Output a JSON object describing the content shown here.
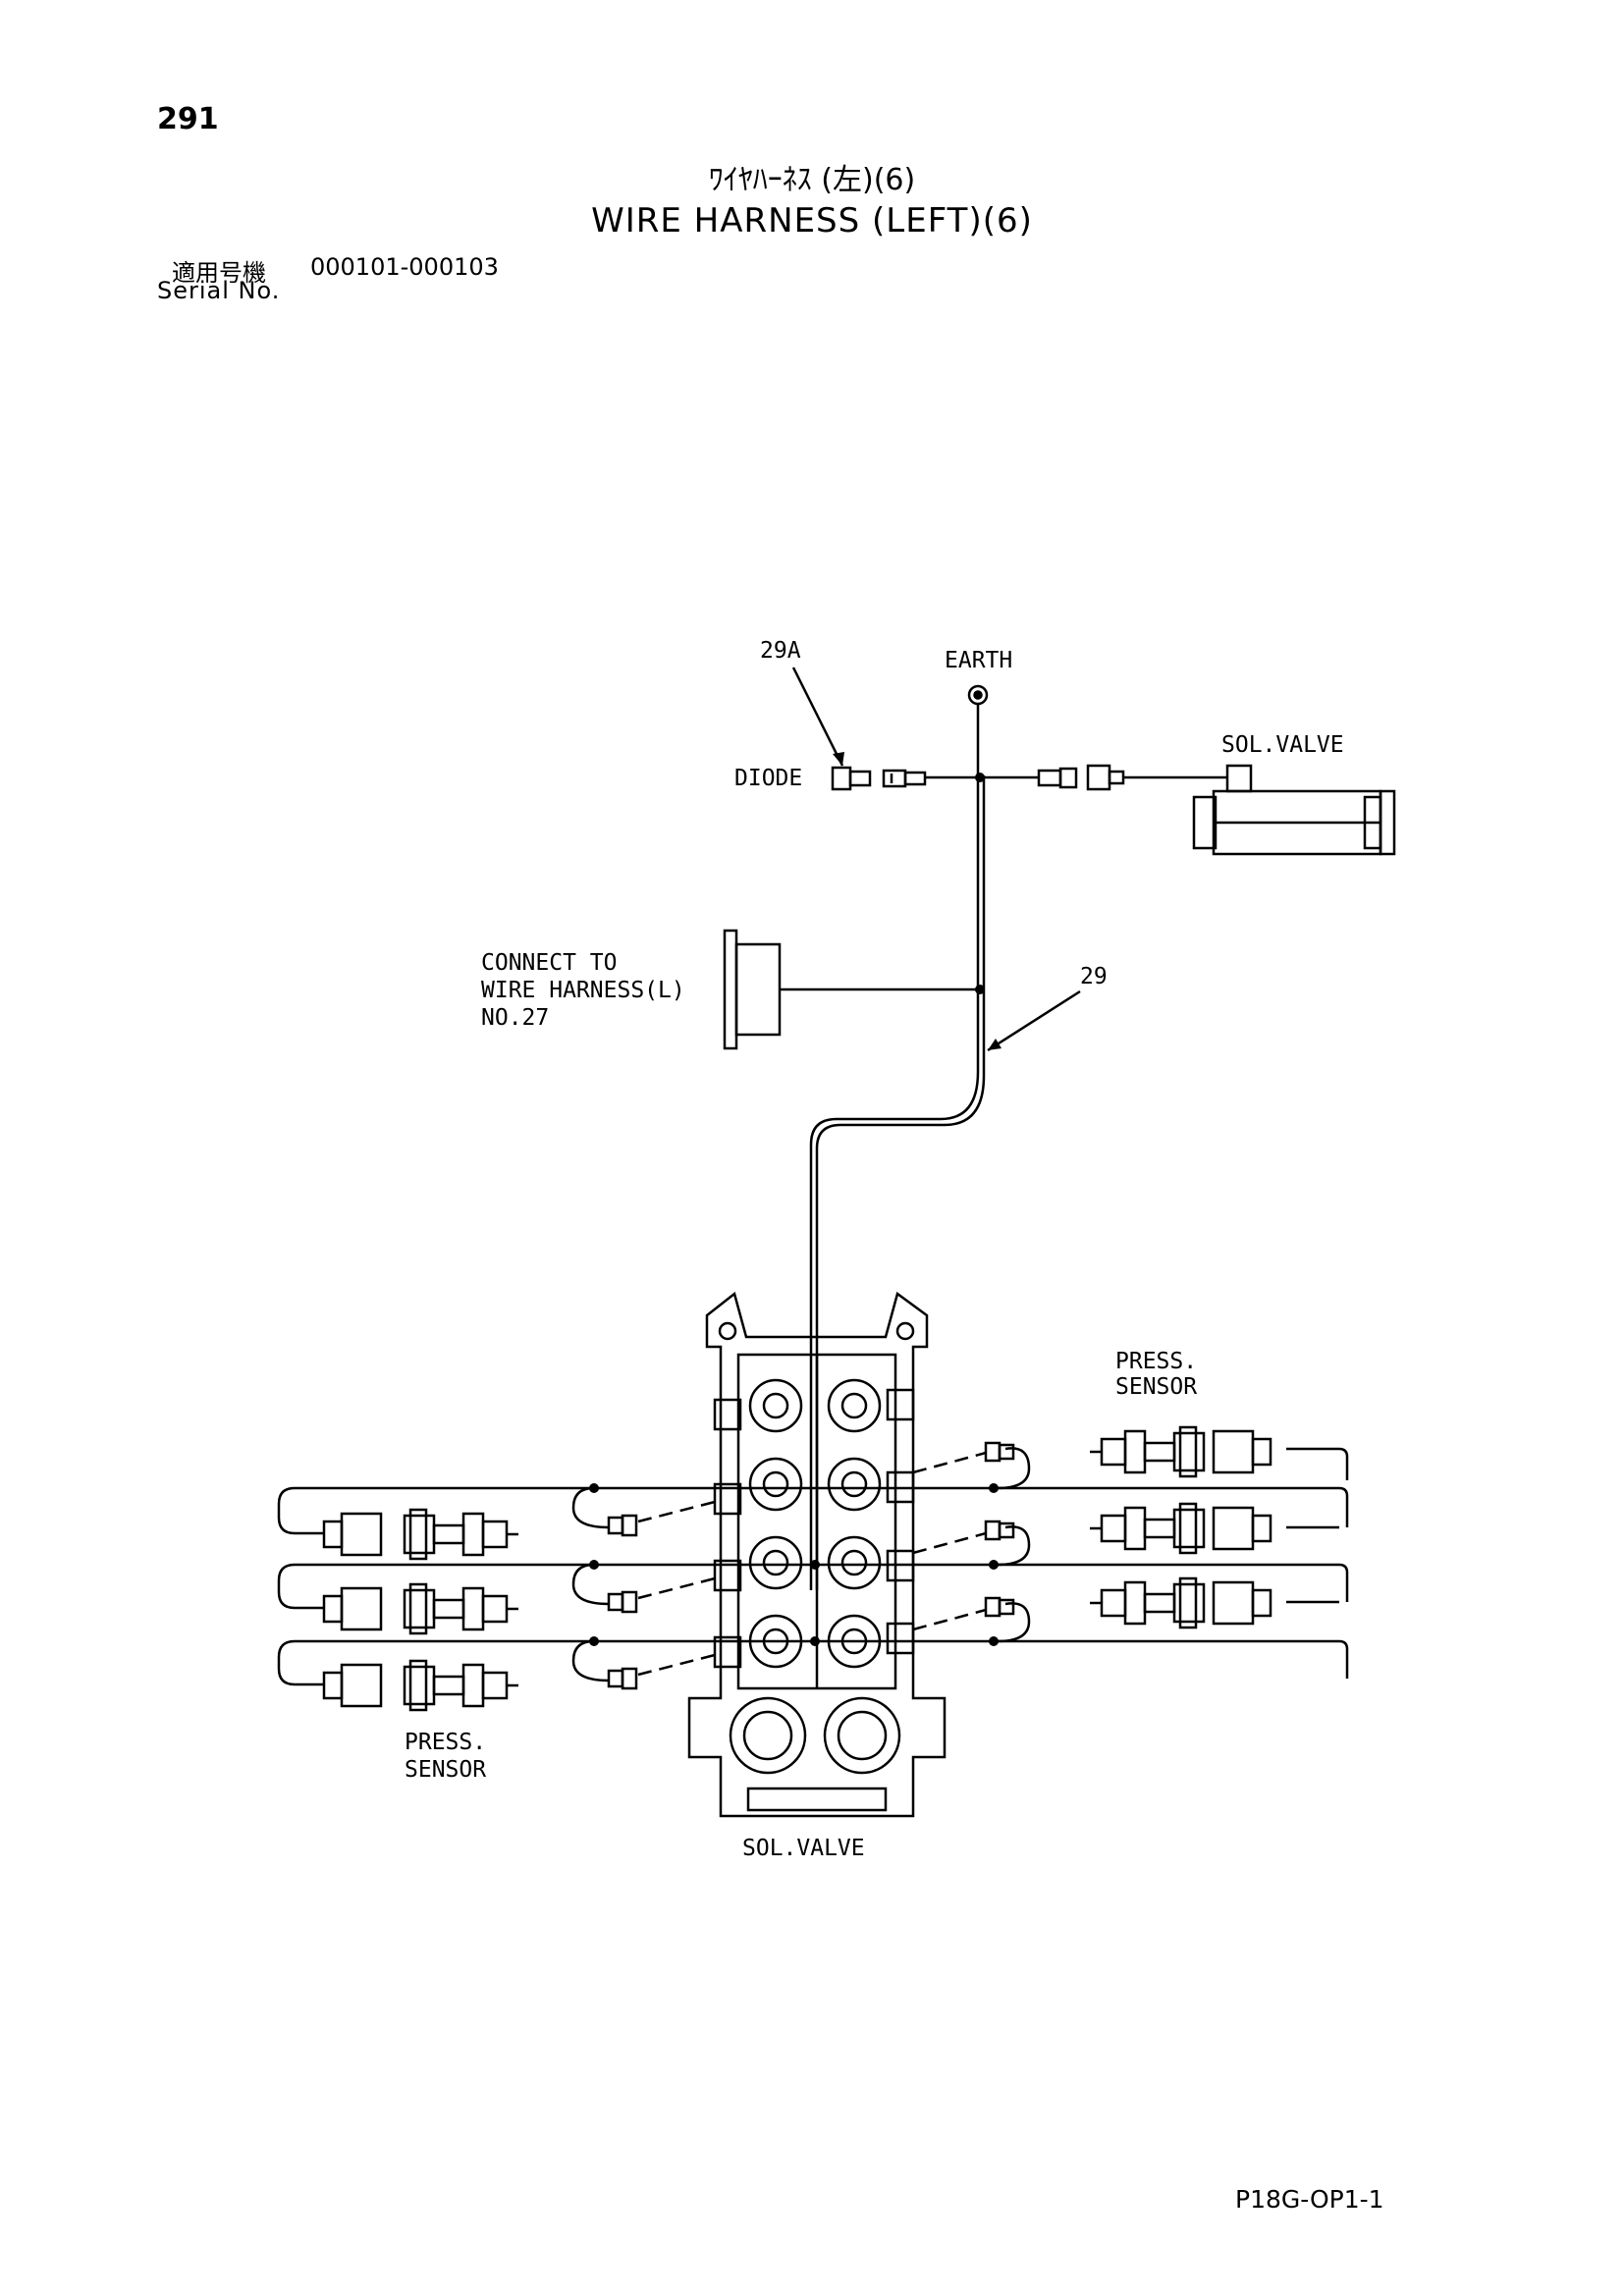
{
  "header": {
    "page_number": "291",
    "title_jp": "ﾜｲﾔﾊｰﾈｽ (左)(6)",
    "title_en": "WIRE HARNESS (LEFT)(6)",
    "serial_label_jp": "適用号機",
    "serial_range": "000101-000103",
    "serial_label_en": "Serial No."
  },
  "diagram": {
    "labels": {
      "ref_29a": "29A",
      "earth": "EARTH",
      "diode": "DIODE",
      "sol_valve_top": "SOL.VALVE",
      "connect_line1": "CONNECT TO",
      "connect_line2": "WIRE HARNESS(L)",
      "connect_line3": "NO.27",
      "ref_29": "29",
      "press_sensor_right_1": "PRESS.",
      "press_sensor_right_2": "SENSOR",
      "press_sensor_left_1": "PRESS.",
      "press_sensor_left_2": "SENSOR",
      "sol_valve_bottom": "SOL.VALVE"
    }
  },
  "footer": {
    "drawing_code": "P18G-OP1-1"
  }
}
